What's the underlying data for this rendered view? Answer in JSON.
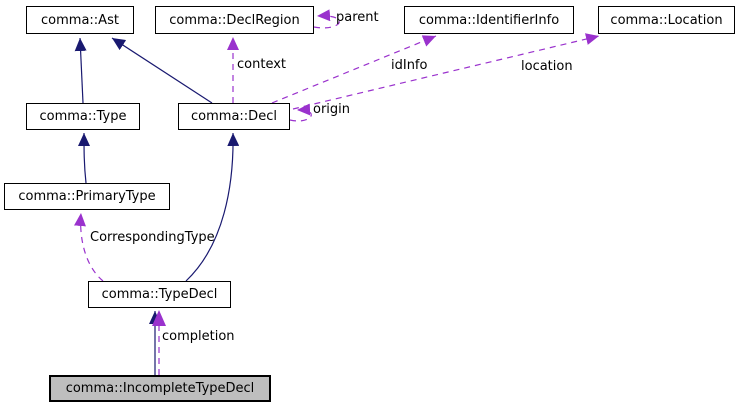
{
  "diagram": {
    "nodes": [
      {
        "id": "ast",
        "label": "comma::Ast",
        "highlighted": false
      },
      {
        "id": "declregion",
        "label": "comma::DeclRegion",
        "highlighted": false
      },
      {
        "id": "identifierinfo",
        "label": "comma::IdentifierInfo",
        "highlighted": false
      },
      {
        "id": "location",
        "label": "comma::Location",
        "highlighted": false
      },
      {
        "id": "type",
        "label": "comma::Type",
        "highlighted": false
      },
      {
        "id": "decl",
        "label": "comma::Decl",
        "highlighted": false
      },
      {
        "id": "primarytype",
        "label": "comma::PrimaryType",
        "highlighted": false
      },
      {
        "id": "typedecl",
        "label": "comma::TypeDecl",
        "highlighted": false
      },
      {
        "id": "incompletetypedecl",
        "label": "comma::IncompleteTypeDecl",
        "highlighted": true
      }
    ],
    "edges": [
      {
        "from": "comma::Type",
        "to": "comma::Ast",
        "type": "inheritance",
        "label": ""
      },
      {
        "from": "comma::Decl",
        "to": "comma::Ast",
        "type": "inheritance",
        "label": ""
      },
      {
        "from": "comma::PrimaryType",
        "to": "comma::Type",
        "type": "inheritance",
        "label": ""
      },
      {
        "from": "comma::TypeDecl",
        "to": "comma::Decl",
        "type": "inheritance",
        "label": ""
      },
      {
        "from": "comma::IncompleteTypeDecl",
        "to": "comma::TypeDecl",
        "type": "inheritance",
        "label": ""
      },
      {
        "from": "comma::Decl",
        "to": "comma::DeclRegion",
        "type": "usage",
        "label": "context"
      },
      {
        "from": "comma::DeclRegion",
        "to": "comma::DeclRegion",
        "type": "usage",
        "label": "parent"
      },
      {
        "from": "comma::Decl",
        "to": "comma::Decl",
        "type": "usage",
        "label": "origin"
      },
      {
        "from": "comma::Decl",
        "to": "comma::IdentifierInfo",
        "type": "usage",
        "label": "idInfo"
      },
      {
        "from": "comma::Decl",
        "to": "comma::Location",
        "type": "usage",
        "label": "location"
      },
      {
        "from": "comma::TypeDecl",
        "to": "comma::PrimaryType",
        "type": "usage",
        "label": "CorrespondingType"
      },
      {
        "from": "comma::IncompleteTypeDecl",
        "to": "comma::TypeDecl",
        "type": "usage",
        "label": "completion"
      }
    ],
    "colors": {
      "inheritance": "#191970",
      "usage": "#9A32CD",
      "node-border": "#000000",
      "node-bg": "#ffffff",
      "focus-bg": "#BEBEBE",
      "text": "#000000"
    }
  }
}
